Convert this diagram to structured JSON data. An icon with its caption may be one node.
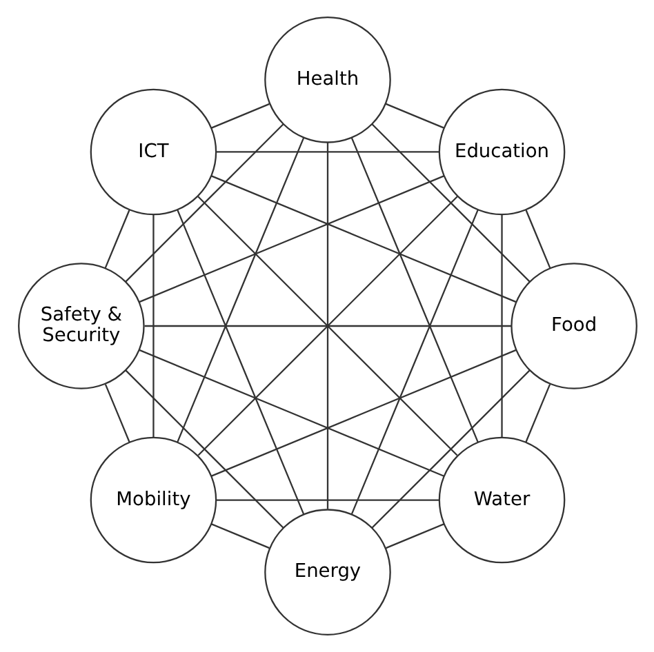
{
  "diagram": {
    "nodes": [
      {
        "text": [
          "Water"
        ]
      },
      {
        "text": [
          "Food"
        ]
      },
      {
        "text": [
          "Mobility"
        ]
      },
      {
        "text": [
          "Safety & Security"
        ]
      },
      {
        "text": [
          "ICT"
        ]
      },
      {
        "text": [
          "Health"
        ]
      },
      {
        "text": [
          "Education"
        ]
      },
      {
        "text": [
          "Energy"
        ]
      }
    ],
    "edges": [
      {
        "from": 0,
        "to": 1,
        "arrow": "none"
      },
      {
        "from": 0,
        "to": 2,
        "arrow": "none"
      },
      {
        "from": 0,
        "to": 3,
        "arrow": "none"
      },
      {
        "from": 0,
        "to": 4,
        "arrow": "none"
      },
      {
        "from": 0,
        "to": 5,
        "arrow": "none"
      },
      {
        "from": 0,
        "to": 6,
        "arrow": "none"
      },
      {
        "from": 0,
        "to": 7,
        "arrow": "none"
      },
      {
        "from": 1,
        "to": 2,
        "arrow": "none"
      },
      {
        "from": 1,
        "to": 3,
        "arrow": "none"
      },
      {
        "from": 1,
        "to": 4,
        "arrow": "none"
      },
      {
        "from": 1,
        "to": 5,
        "arrow": "none"
      },
      {
        "from": 1,
        "to": 6,
        "arrow": "none"
      },
      {
        "from": 1,
        "to": 7,
        "arrow": "none"
      },
      {
        "from": 2,
        "to": 3,
        "arrow": "none"
      },
      {
        "from": 2,
        "to": 4,
        "arrow": "none"
      },
      {
        "from": 2,
        "to": 5,
        "arrow": "none"
      },
      {
        "from": 2,
        "to": 6,
        "arrow": "none"
      },
      {
        "from": 2,
        "to": 7,
        "arrow": "none"
      },
      {
        "from": 3,
        "to": 4,
        "arrow": "none"
      },
      {
        "from": 3,
        "to": 5,
        "arrow": "none"
      },
      {
        "from": 3,
        "to": 6,
        "arrow": "none"
      },
      {
        "from": 3,
        "to": 7,
        "arrow": "none"
      },
      {
        "from": 4,
        "to": 5,
        "arrow": "none"
      },
      {
        "from": 4,
        "to": 6,
        "arrow": "none"
      },
      {
        "from": 4,
        "to": 7,
        "arrow": "none"
      },
      {
        "from": 5,
        "to": 6,
        "arrow": "none"
      },
      {
        "from": 5,
        "to": 7,
        "arrow": "none"
      },
      {
        "from": 6,
        "to": 7,
        "arrow": "none"
      }
    ]
  }
}
